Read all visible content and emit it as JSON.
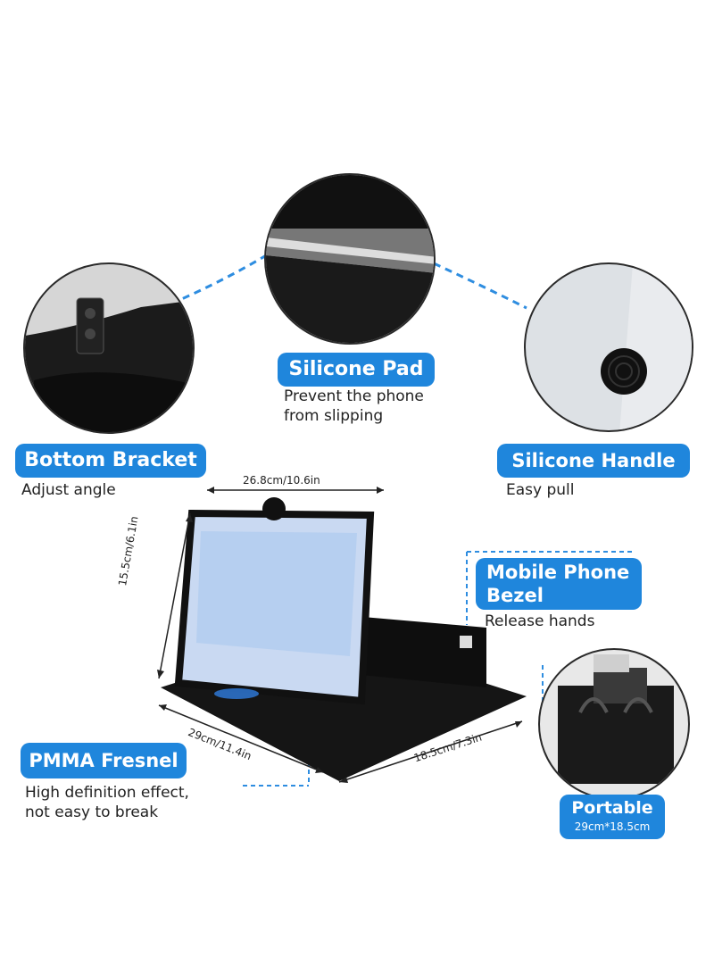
{
  "features": {
    "bottom_bracket": {
      "title": "Bottom Bracket",
      "desc": "Adjust angle"
    },
    "silicone_pad": {
      "title": "Silicone Pad",
      "desc_line1": "Prevent the phone",
      "desc_line2": "from slipping"
    },
    "silicone_handle": {
      "title": "Silicone Handle",
      "desc": "Easy pull"
    },
    "mobile_phone_bezel": {
      "title_line1": "Mobile Phone",
      "title_line2": "Bezel",
      "desc": "Release hands"
    },
    "pmma_fresnel": {
      "title": "PMMA Fresnel",
      "desc_line1": "High definition effect,",
      "desc_line2": "not easy to break"
    },
    "portable": {
      "title": "Portable",
      "desc": "29cm*18.5cm"
    }
  },
  "dimensions": {
    "width": "26.8cm/10.6in",
    "height": "15.5cm/6.1in",
    "depth": "29cm/11.4in",
    "base": "18.5cm/7.3in"
  },
  "colors": {
    "accent": "#1f86dc",
    "dashed": "#2e8de0"
  }
}
